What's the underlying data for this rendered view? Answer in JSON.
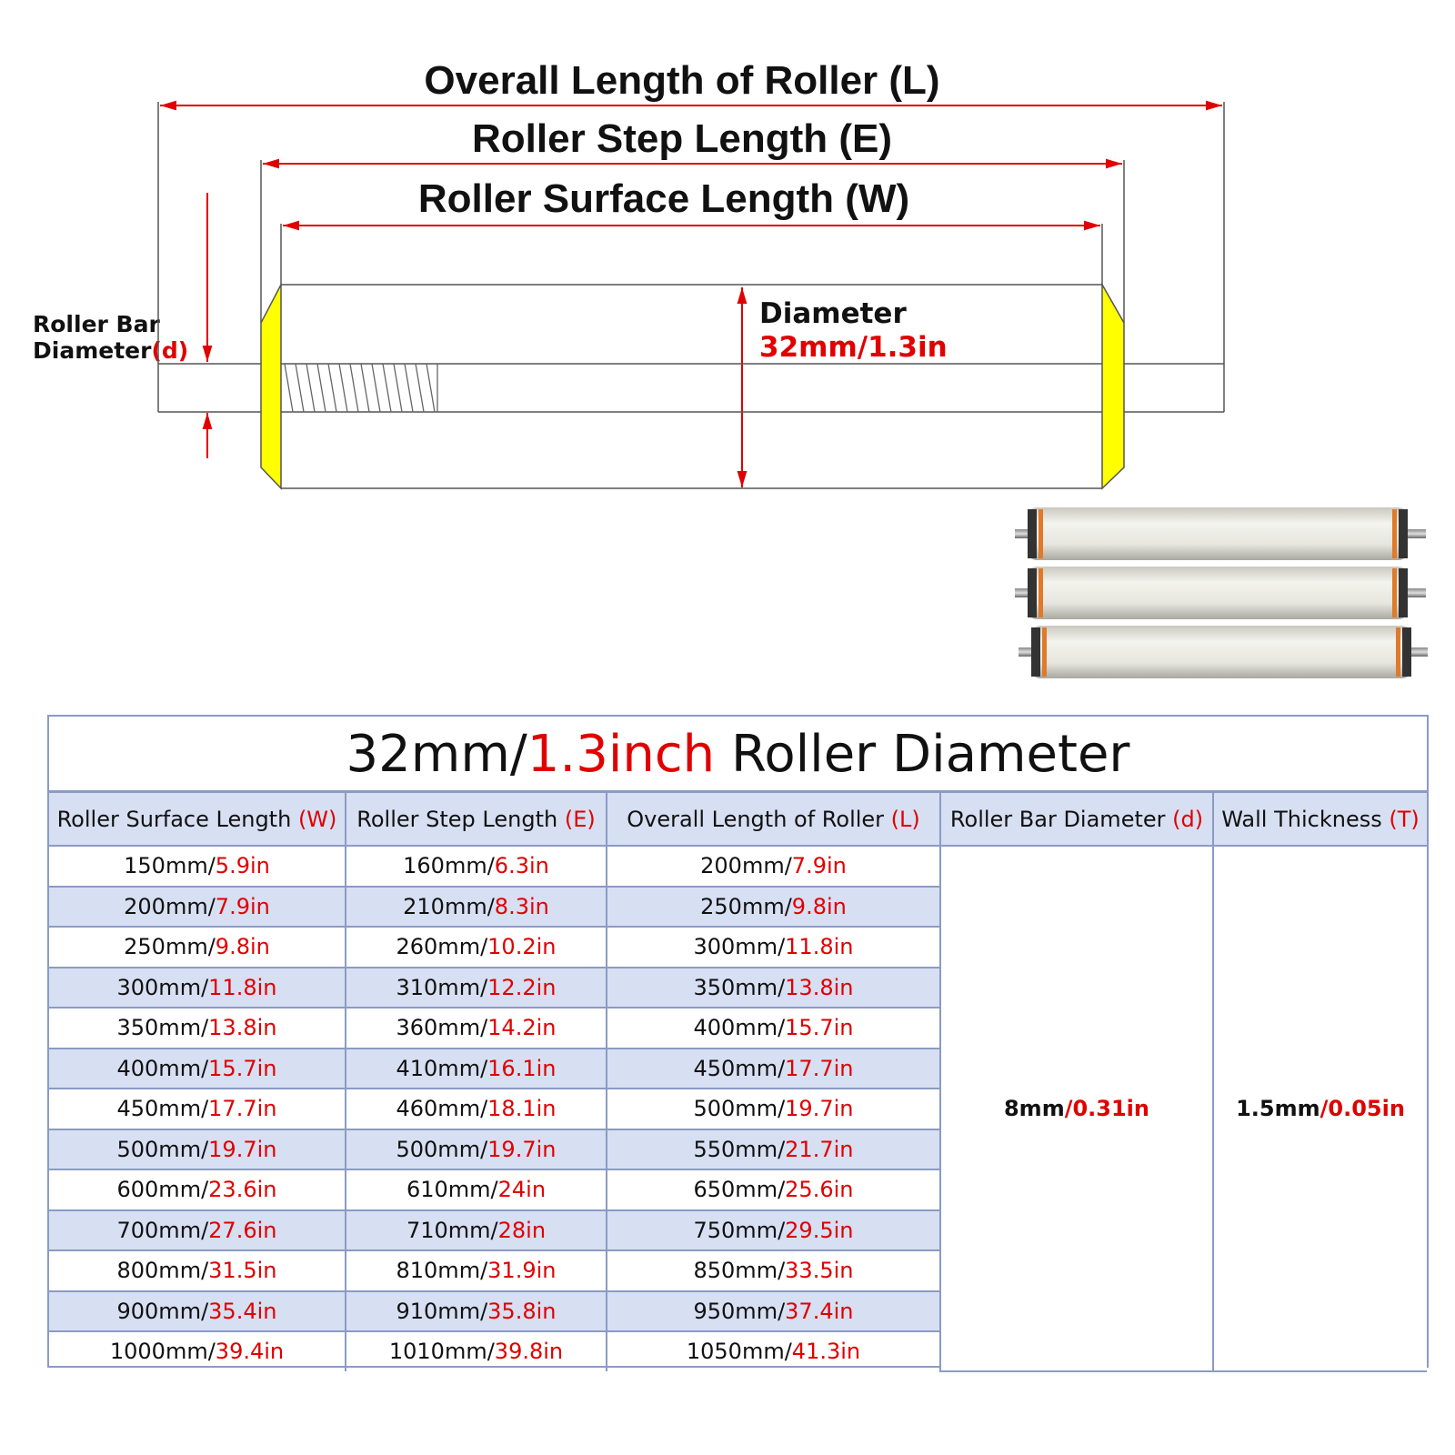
{
  "diagram": {
    "overall_length_label": "Overall Length of Roller (L)",
    "step_length_label": "Roller Step Length (E)",
    "surface_length_label": "Roller Surface Length (W)",
    "bar_diameter_line1": "Roller Bar",
    "bar_diameter_line2": "Diameter",
    "bar_diameter_symbol": "(d)",
    "diameter_label": "Diameter",
    "diameter_value": "32mm/1.3in"
  },
  "table": {
    "title_prefix": "32mm/",
    "title_highlight": "1.3inch",
    "title_suffix": " Roller Diameter",
    "headers": [
      {
        "text": "Roller Surface Length ",
        "symbol": "(W)"
      },
      {
        "text": "Roller Step Length ",
        "symbol": "(E)"
      },
      {
        "text": "Overall Length of Roller ",
        "symbol": "(L)"
      },
      {
        "text": "Roller Bar Diameter ",
        "symbol": "(d)"
      },
      {
        "text": "Wall Thickness ",
        "symbol": "(T)"
      }
    ],
    "rows": [
      [
        [
          "150mm/",
          "5.9in"
        ],
        [
          "160mm/",
          "6.3in"
        ],
        [
          "200mm/",
          "7.9in"
        ]
      ],
      [
        [
          "200mm/",
          "7.9in"
        ],
        [
          "210mm/",
          "8.3in"
        ],
        [
          "250mm/",
          "9.8in"
        ]
      ],
      [
        [
          "250mm/",
          "9.8in"
        ],
        [
          "260mm/",
          "10.2in"
        ],
        [
          "300mm/",
          "11.8in"
        ]
      ],
      [
        [
          "300mm/",
          "11.8in"
        ],
        [
          "310mm/",
          "12.2in"
        ],
        [
          "350mm/",
          "13.8in"
        ]
      ],
      [
        [
          "350mm/",
          "13.8in"
        ],
        [
          "360mm/",
          "14.2in"
        ],
        [
          "400mm/",
          "15.7in"
        ]
      ],
      [
        [
          "400mm/",
          "15.7in"
        ],
        [
          "410mm/",
          "16.1in"
        ],
        [
          "450mm/",
          "17.7in"
        ]
      ],
      [
        [
          "450mm/",
          "17.7in"
        ],
        [
          "460mm/",
          "18.1in"
        ],
        [
          "500mm/",
          "19.7in"
        ]
      ],
      [
        [
          "500mm/",
          "19.7in"
        ],
        [
          "500mm/",
          "19.7in"
        ],
        [
          "550mm/",
          "21.7in"
        ]
      ],
      [
        [
          "600mm/",
          "23.6in"
        ],
        [
          "610mm/",
          "24in"
        ],
        [
          "650mm/",
          "25.6in"
        ]
      ],
      [
        [
          "700mm/",
          "27.6in"
        ],
        [
          "710mm/",
          "28in"
        ],
        [
          "750mm/",
          "29.5in"
        ]
      ],
      [
        [
          "800mm/",
          "31.5in"
        ],
        [
          "810mm/",
          "31.9in"
        ],
        [
          "850mm/",
          "33.5in"
        ]
      ],
      [
        [
          "900mm/",
          "35.4in"
        ],
        [
          "910mm/",
          "35.8in"
        ],
        [
          "950mm/",
          "37.4in"
        ]
      ],
      [
        [
          "1000mm/",
          "39.4in"
        ],
        [
          "1010mm/",
          "39.8in"
        ],
        [
          "1050mm/",
          "41.3in"
        ]
      ]
    ],
    "bar_diameter": [
      "8mm",
      "/0.31in"
    ],
    "wall_thickness": [
      "1.5mm",
      "/0.05in"
    ]
  },
  "colors": {
    "accent": "#e00000",
    "header_bg": "#d7dff2",
    "border": "#8a9bc4",
    "cap": "#ffff00"
  }
}
